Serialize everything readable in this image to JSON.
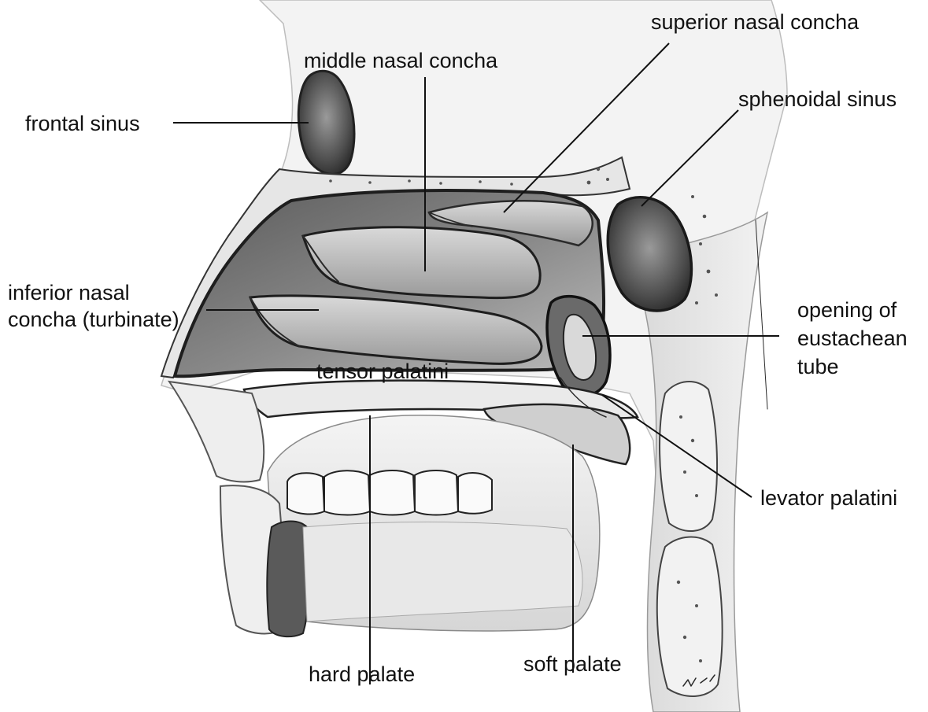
{
  "labels": {
    "frontal_sinus": "frontal sinus",
    "middle_nasal_concha": "middle nasal concha",
    "superior_nasal_concha": "superior nasal concha",
    "sphenoidal_sinus": "sphenoidal sinus",
    "inferior_nasal_concha_line1": "inferior nasal",
    "inferior_nasal_concha_line2": "concha (turbinate)",
    "opening_eustachean_line1": "opening of",
    "opening_eustachean_line2": "eustachean",
    "opening_eustachean_line3": "tube",
    "tensor_palatini": "tensor palatini",
    "levator_palatini": "levator palatini",
    "hard_palate": "hard palate",
    "soft_palate": "soft palate"
  },
  "colors": {
    "ink": "#111111",
    "sketch": "#2a2a2a",
    "shade_dark": "#4a4a4a",
    "shade_mid": "#8c8c8c",
    "shade_light": "#cfcfcf"
  }
}
